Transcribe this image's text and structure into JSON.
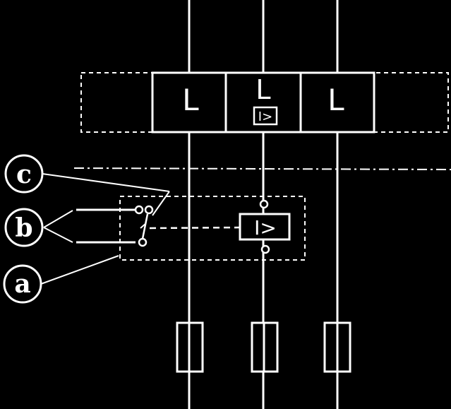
{
  "diagram": {
    "callouts": {
      "c": "c",
      "b": "b",
      "a": "a"
    },
    "relay_box": {
      "left": "L",
      "middle": "L",
      "right": "L",
      "middle_badge": "I>"
    },
    "trip_unit": {
      "label": "I>"
    }
  },
  "colors": {
    "background": "#000000",
    "lines": "#ffffff"
  }
}
